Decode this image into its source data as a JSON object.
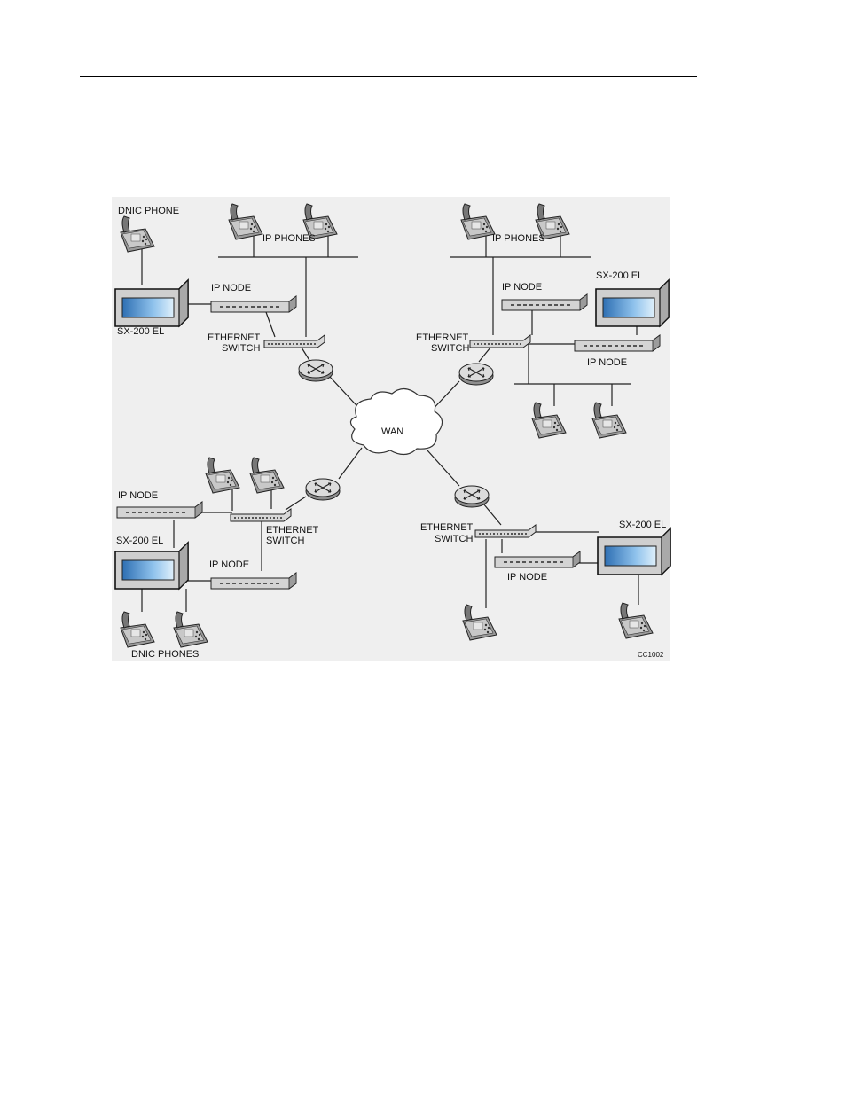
{
  "labels": {
    "dnic_phone": "DNIC PHONE",
    "ip_phones_nw": "IP PHONES",
    "ip_phones_ne": "IP PHONES",
    "ip_node_nw": "IP NODE",
    "sx200_nw": "SX-200 EL",
    "eth_switch_nw_1": "ETHERNET",
    "eth_switch_nw_2": "SWITCH",
    "ip_node_ne_1": "IP NODE",
    "sx200_ne": "SX-200 EL",
    "eth_switch_ne_1": "ETHERNET",
    "eth_switch_ne_2": "SWITCH",
    "ip_node_ne_2": "IP NODE",
    "wan": "WAN",
    "ip_node_sw_1": "IP NODE",
    "sx200_sw": "SX-200 EL",
    "eth_switch_sw_1": "ETHERNET",
    "eth_switch_sw_2": "SWITCH",
    "ip_node_sw_2": "IP NODE",
    "dnic_phones": "DNIC PHONES",
    "eth_switch_se_1": "ETHERNET",
    "eth_switch_se_2": "SWITCH",
    "sx200_se": "SX-200 EL",
    "ip_node_se": "IP NODE",
    "figure_code": "CC1002"
  },
  "colors": {
    "figure_background": "#efefef",
    "device_body": "#d9d9d9",
    "screen": "#3f86c9",
    "phone": "#b5b5b5"
  },
  "icons": [
    "phone-icon",
    "pbx-icon",
    "ip-node-icon",
    "ethernet-switch-icon",
    "router-icon",
    "wan-cloud-icon"
  ]
}
